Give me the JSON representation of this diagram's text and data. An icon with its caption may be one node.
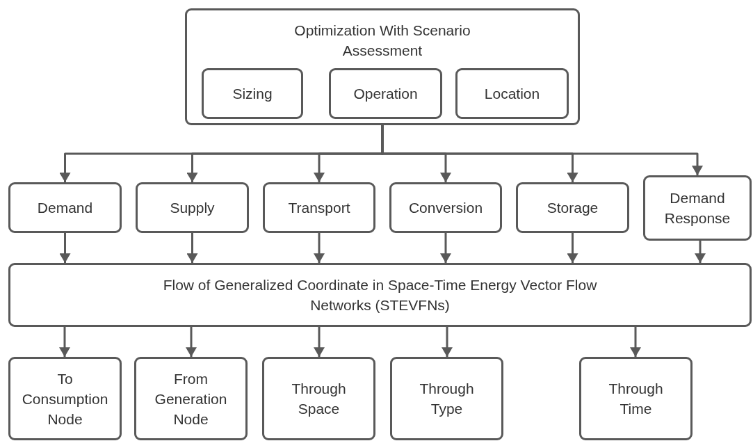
{
  "diagram": {
    "nodes": [
      {
        "text": [
          "Optimization With Scenario Assessment"
        ]
      },
      {
        "text": [
          "Sizing"
        ],
        "in": 0
      },
      {
        "text": [
          "Operation"
        ],
        "in": 0
      },
      {
        "text": [
          "Location"
        ],
        "in": 0
      },
      {
        "text": [
          "Demand"
        ]
      },
      {
        "text": [
          "Supply"
        ]
      },
      {
        "text": [
          "Transport"
        ]
      },
      {
        "text": [
          "Conversion"
        ]
      },
      {
        "text": [
          "Storage"
        ]
      },
      {
        "text": [
          "Demand Response"
        ]
      },
      {
        "text": [
          "Flow of Generalized Coordinate in Space-Time Energy Vector Flow Networks (STEVFNs)"
        ]
      },
      {
        "text": [
          "To Consumption Node"
        ]
      },
      {
        "text": [
          "From Generation Node"
        ]
      },
      {
        "text": [
          "Through Space"
        ]
      },
      {
        "text": [
          "Through Type"
        ]
      },
      {
        "text": [
          "Through Time"
        ]
      }
    ],
    "edges": [
      {
        "from": 0,
        "to": 4,
        "arrow": "to"
      },
      {
        "from": 0,
        "to": 5,
        "arrow": "to"
      },
      {
        "from": 0,
        "to": 6,
        "arrow": "to"
      },
      {
        "from": 0,
        "to": 7,
        "arrow": "to"
      },
      {
        "from": 0,
        "to": 8,
        "arrow": "to"
      },
      {
        "from": 0,
        "to": 9,
        "arrow": "to"
      },
      {
        "from": 4,
        "to": 10,
        "arrow": "to"
      },
      {
        "from": 5,
        "to": 10,
        "arrow": "to"
      },
      {
        "from": 6,
        "to": 10,
        "arrow": "to"
      },
      {
        "from": 7,
        "to": 10,
        "arrow": "to"
      },
      {
        "from": 8,
        "to": 10,
        "arrow": "to"
      },
      {
        "from": 9,
        "to": 10,
        "arrow": "to"
      },
      {
        "from": 10,
        "to": 11,
        "arrow": "to"
      },
      {
        "from": 10,
        "to": 12,
        "arrow": "to"
      },
      {
        "from": 10,
        "to": 13,
        "arrow": "to"
      },
      {
        "from": 10,
        "to": 14,
        "arrow": "to"
      },
      {
        "from": 10,
        "to": 15,
        "arrow": "to"
      }
    ]
  }
}
